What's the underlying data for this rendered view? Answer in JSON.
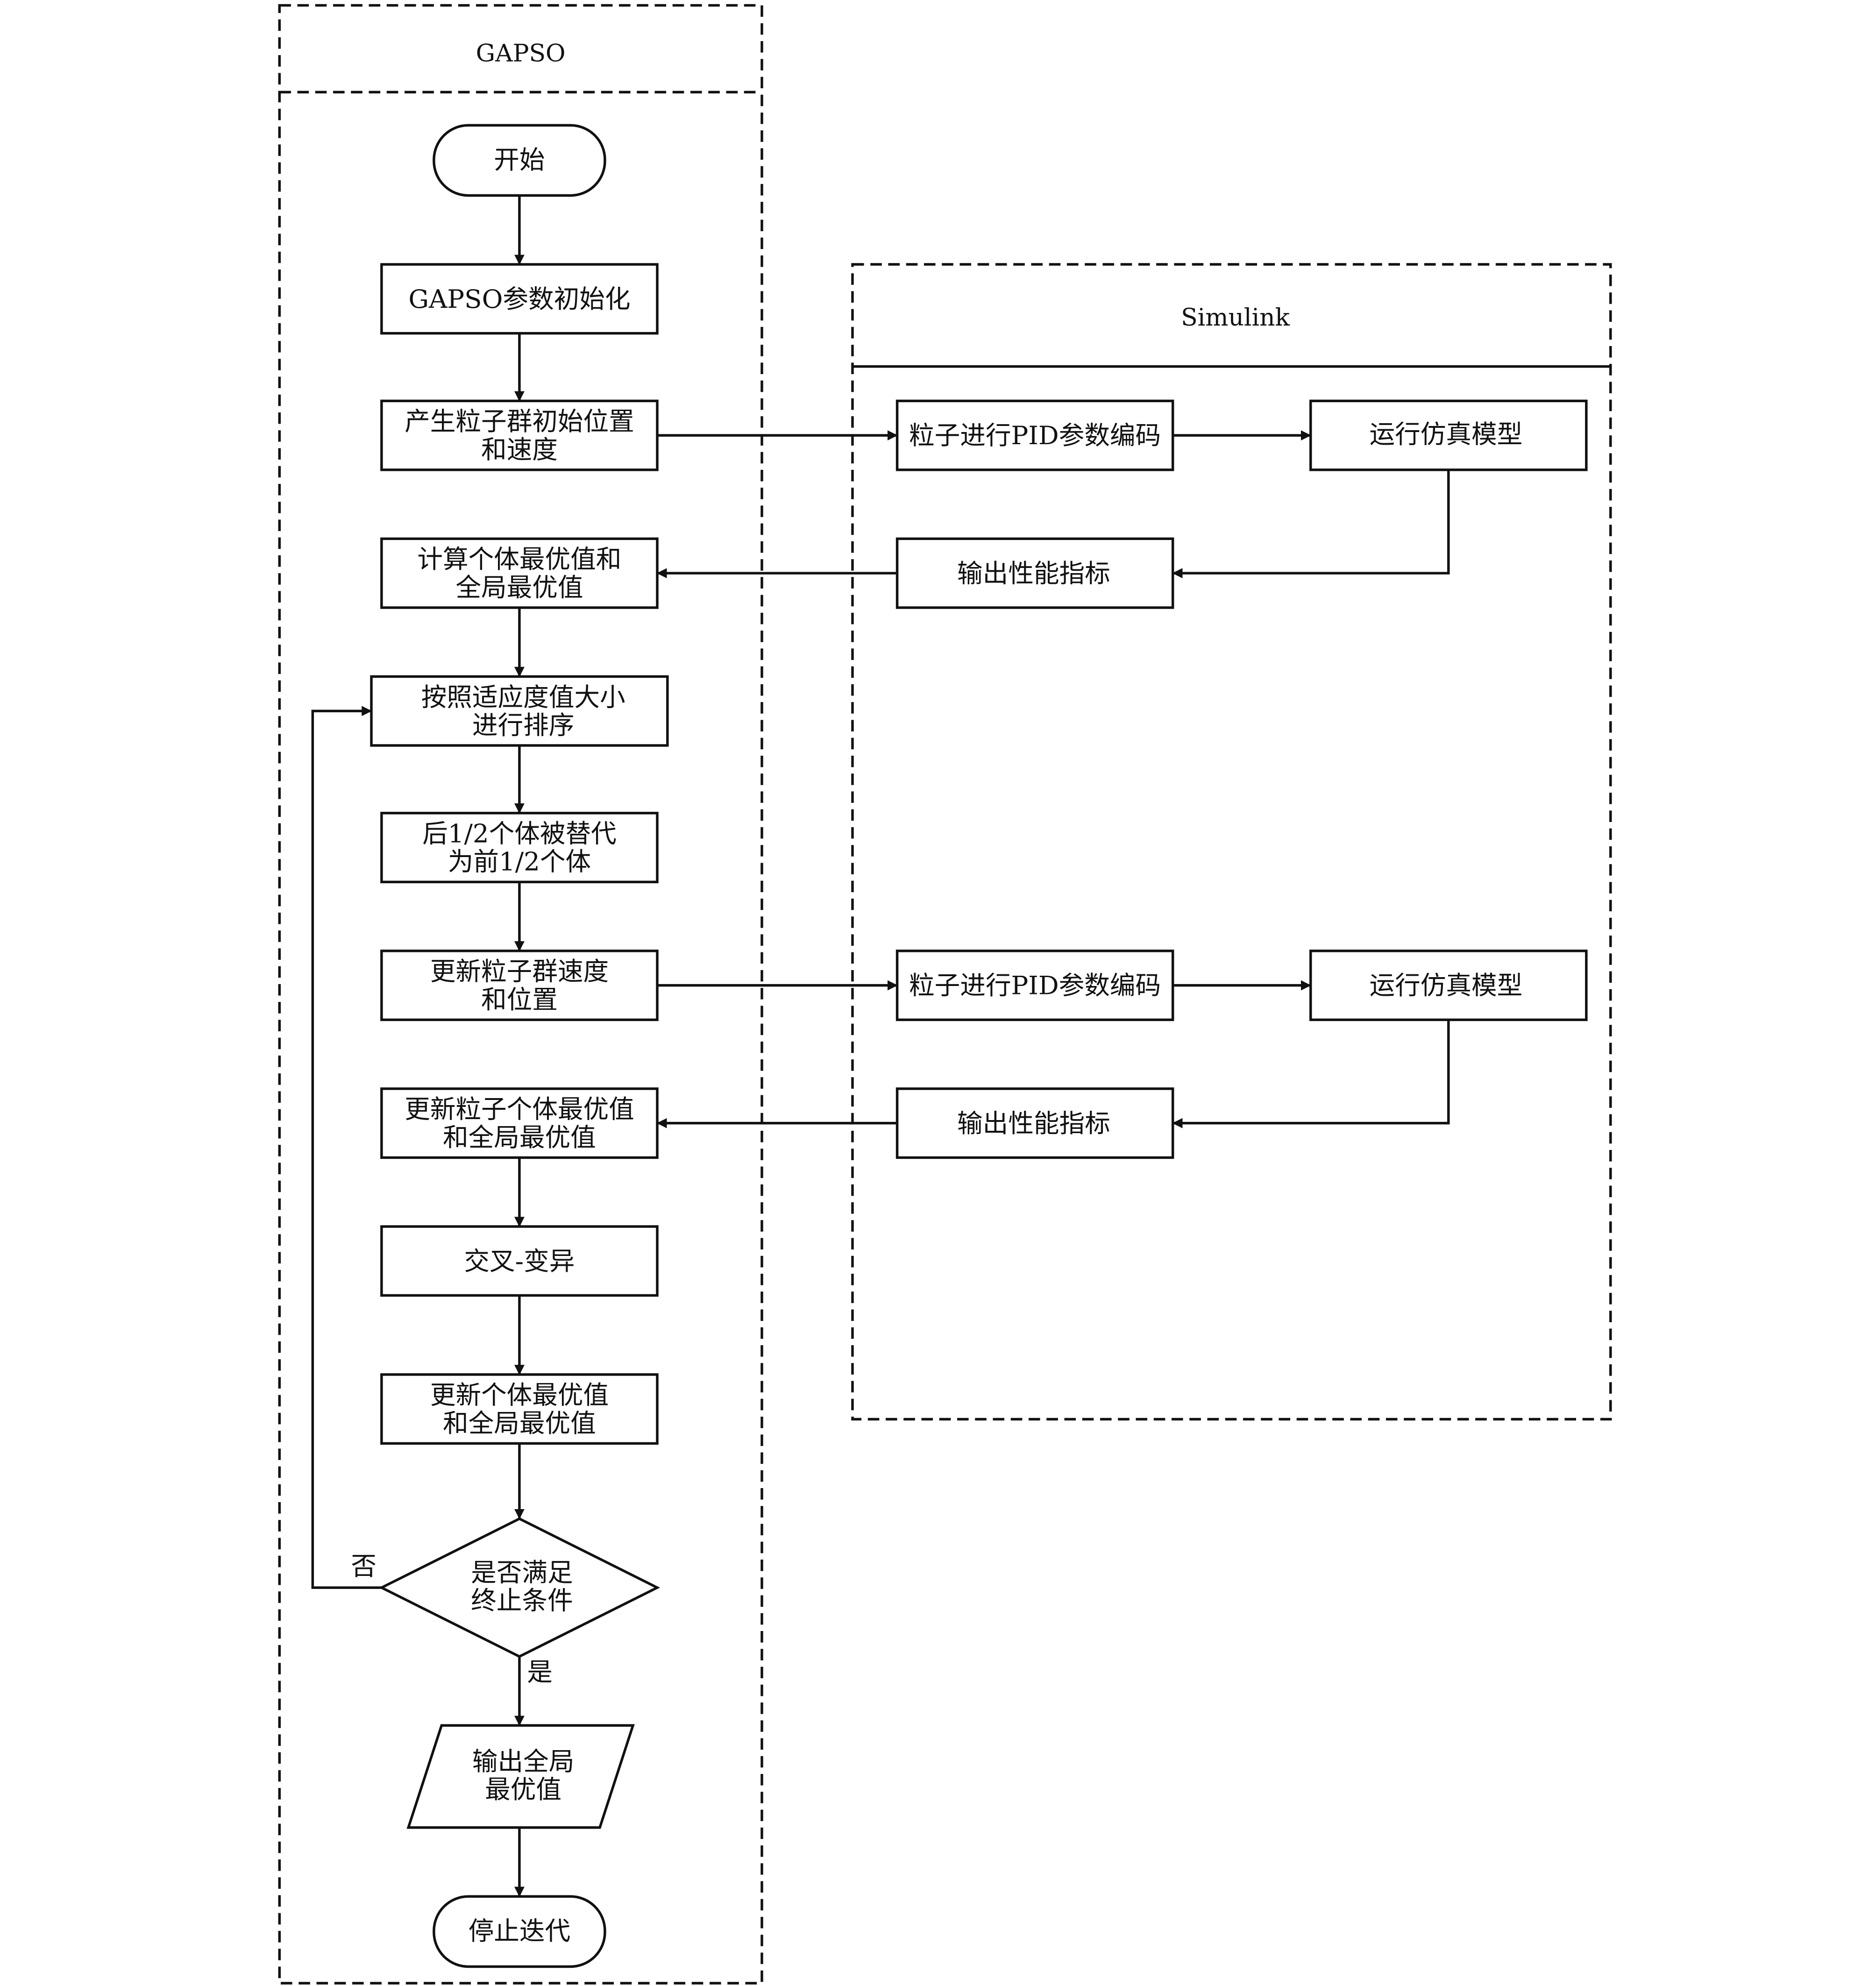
{
  "colors": {
    "line": "#111111",
    "background": "#ffffff"
  },
  "lanes": {
    "gapso": "GAPSO",
    "simulink": "Simulink"
  },
  "nodes": {
    "start": "开始",
    "init": "GAPSO参数初始化",
    "gen": [
      "产生粒子群初始位置",
      "和速度"
    ],
    "calc": [
      "计算个体最优值和",
      "全局最优值"
    ],
    "sort": [
      "按照适应度值大小",
      "进行排序"
    ],
    "replace": [
      "后1/2个体被替代",
      "为前1/2个体"
    ],
    "update_vp": [
      "更新粒子群速度",
      "和位置"
    ],
    "update_best": [
      "更新粒子个体最优值",
      "和全局最优值"
    ],
    "crossover": "交叉-变异",
    "update_best2": [
      "更新个体最优值",
      "和全局最优值"
    ],
    "decision": [
      "是否满足",
      "终止条件"
    ],
    "output": [
      "输出全局",
      "最优值"
    ],
    "stop": "停止迭代",
    "encode1": "粒子进行PID参数编码",
    "run1": "运行仿真模型",
    "perf1": "输出性能指标",
    "encode2": "粒子进行PID参数编码",
    "run2": "运行仿真模型",
    "perf2": "输出性能指标"
  },
  "edge_labels": {
    "no": "否",
    "yes": "是"
  }
}
